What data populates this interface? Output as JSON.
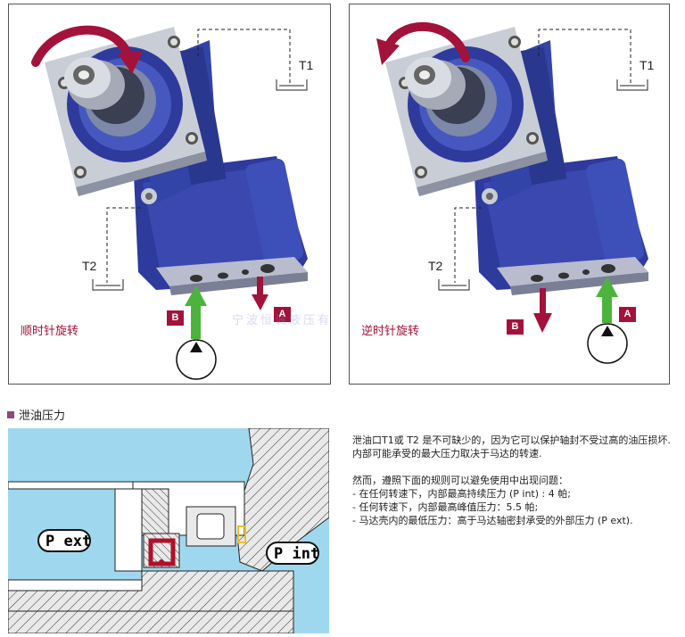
{
  "panels": [
    {
      "direction_label": "顺时针旋转",
      "t1": "T1",
      "t2": "T2",
      "port_a": "A",
      "port_b": "B"
    },
    {
      "direction_label": "逆时针旋转",
      "t1": "T1",
      "t2": "T2",
      "port_a": "A",
      "port_b": "B"
    }
  ],
  "watermark": "宁波恒诚液压有限公司",
  "section_title": "泄油压力",
  "figure": {
    "p_ext": "P ext",
    "p_int": "P int"
  },
  "description": {
    "para1": "泄油口T1或 T2 是不可缺少的，因为它可以保护轴封不受过高的油压损坏.",
    "para2": "内部可能承受的最大压力取决于马达的转速.",
    "para3": "然而，遵照下面的规则可以避免使用中出现问题：",
    "rules": [
      "- 在任何转速下，内部最高持续压力 (P int) : 4 帕;",
      "- 任何转速下，内部最高峰值压力：5.5 帕;",
      "- 马达壳内的最低压力：高于马达轴密封承受的外部压力 (P ext)."
    ]
  },
  "colors": {
    "motor_blue": "#2e3a9c",
    "accent_red": "#a3123a",
    "arrow_green": "#4cb43c",
    "seal_red": "#b0102a",
    "figure_bg": "#9fd8ee"
  }
}
